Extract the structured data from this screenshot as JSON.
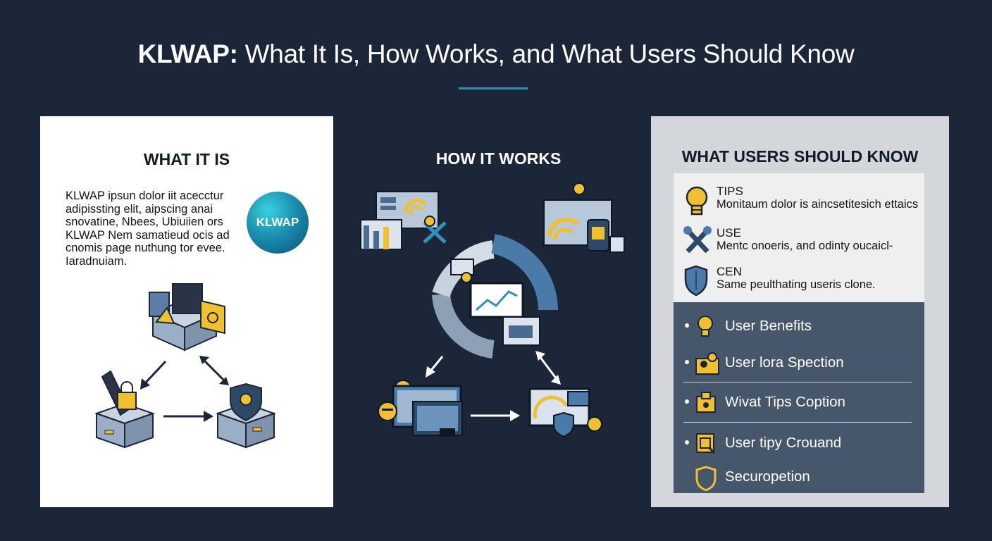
{
  "title": {
    "bold": "KLWAP:",
    "rest": " What It Is, How Works, and What Users Should Know"
  },
  "what_it_is": {
    "heading": "WHAT IT IS",
    "description": "KLWAP ipsun dolor iit acecctur adipissting elit, aipscing anai snovatine, Nbees, Ubiuiien ors KLWAP Nem samatieud ocis ad cnomis page nuthung tor evee. Iaradnuiam.",
    "logo_text": "KLWAP"
  },
  "how_it_works": {
    "heading": "HOW IT WORKS"
  },
  "what_users_should_know": {
    "heading": "WHAT USERS SHOULD KNOW",
    "tips": [
      {
        "title": "TIPS",
        "text": "Monitaum dolor is aincsetitesich ettaics",
        "icon": "lightbulb-icon"
      },
      {
        "title": "USE",
        "text": "Mentc onoeris, and odinty oucaicl-",
        "icon": "tools-icon"
      },
      {
        "title": "CEN",
        "text": "Same peulthating useris clone.",
        "icon": "shield-icon"
      }
    ],
    "items": [
      {
        "label": "User Benefits",
        "icon": "lightbulb-icon"
      },
      {
        "label": "User lora Spection",
        "icon": "users-icon"
      },
      {
        "label": "Wivat Tips Coption",
        "icon": "folder-icon"
      },
      {
        "label": "User tipy Crouand",
        "icon": "document-icon"
      },
      {
        "label": "Securopetion",
        "icon": "shield-icon"
      }
    ]
  }
}
